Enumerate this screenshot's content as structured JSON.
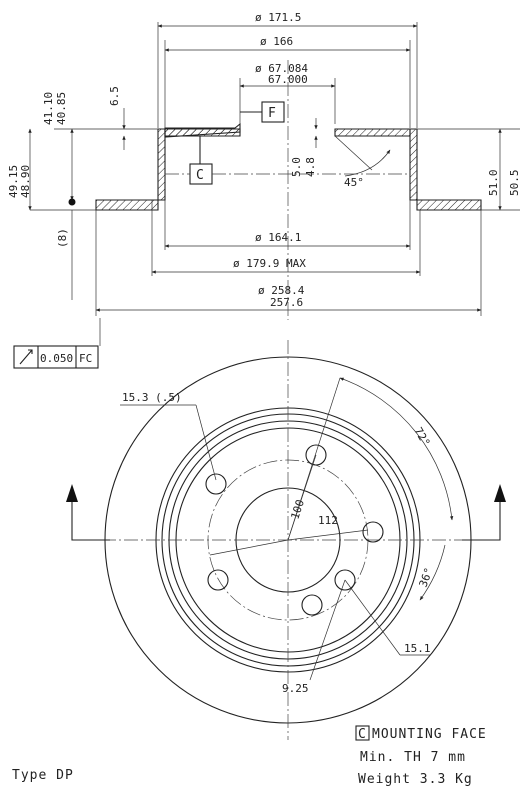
{
  "section_dims": {
    "d_171_5": "ø 171.5",
    "d_166": "ø 166",
    "d_67_084": "ø 67.084",
    "d_67_000": "67.000",
    "h_41_10": "41.10",
    "h_40_85": "40.85",
    "h_6_5": "6.5",
    "h_49_15": "49.15",
    "h_48_90": "48.90",
    "h_5_0": "5.0",
    "h_4_8": "4.8",
    "h_51_0": "51.0",
    "h_50_5": "50.5",
    "ref_8": "(8)",
    "angle_45": "45°",
    "d_164_1": "ø 164.1",
    "d_179_9": "ø 179.9 MAX",
    "d_258_4": "ø 258.4",
    "d_257_6": "257.6",
    "datum_f": "F",
    "datum_c": "C"
  },
  "tolerance": {
    "symbol": "runout",
    "value": "0.050",
    "ref": "FC"
  },
  "plan_dims": {
    "hole_15_3": "15.3 (.5)",
    "angle_72": "72°",
    "pcd_100": "100",
    "pcd_112": "112",
    "angle_36": "36°",
    "hole_15_1": "15.1",
    "hole_9_25": "9.25"
  },
  "notes": {
    "mounting_face": "MOUNTING FACE",
    "mounting_code": "C",
    "min_th": "Min. TH  7 mm",
    "weight": "Weight  3.3 Kg",
    "type": "Type DP"
  }
}
